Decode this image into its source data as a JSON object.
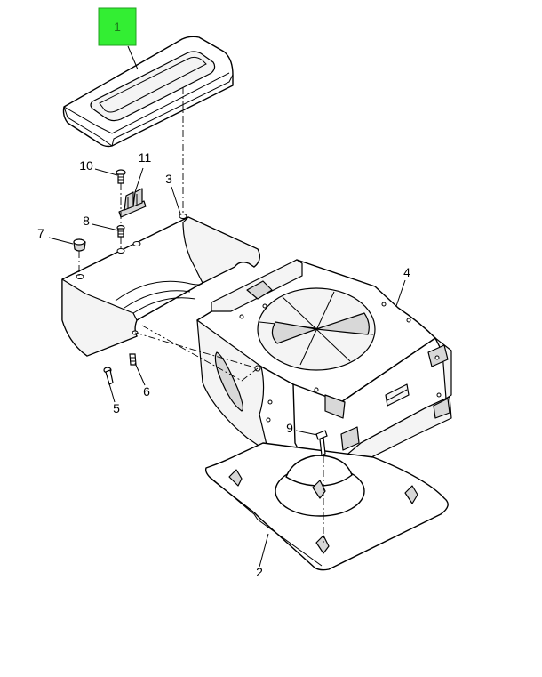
{
  "callouts": [
    {
      "id": "1",
      "label": "1",
      "highlighted": true
    },
    {
      "id": "2",
      "label": "2"
    },
    {
      "id": "3",
      "label": "3"
    },
    {
      "id": "4",
      "label": "4"
    },
    {
      "id": "5",
      "label": "5"
    },
    {
      "id": "6",
      "label": "6"
    },
    {
      "id": "7",
      "label": "7"
    },
    {
      "id": "8",
      "label": "8"
    },
    {
      "id": "9",
      "label": "9"
    },
    {
      "id": "10",
      "label": "10"
    },
    {
      "id": "11",
      "label": "11"
    }
  ],
  "colors": {
    "highlight": "#33ee33",
    "line": "#000000",
    "background": "#ffffff"
  }
}
